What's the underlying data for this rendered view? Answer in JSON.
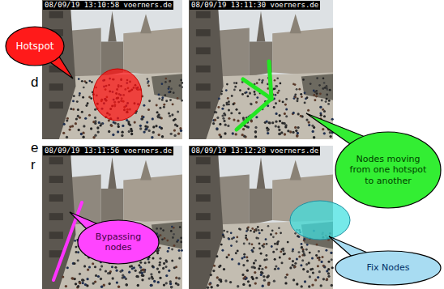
{
  "diagram": {
    "nodes": [
      {
        "text": [
          "Hotspot"
        ]
      },
      {
        "text": [
          "Nodes moving from one hotspot to another"
        ]
      },
      {
        "text": [
          "Bypassing nodes"
        ]
      },
      {
        "text": [
          "Fix Nodes"
        ]
      }
    ],
    "labels": [
      "d",
      "e",
      "r",
      "08/09/19 13:10:58 voerners.de",
      "08/09/19 13:11:30 voerners.de",
      "08/09/19 13:11:56 voerners.de",
      "08/09/19 13:12:28 voerners.de"
    ]
  }
}
